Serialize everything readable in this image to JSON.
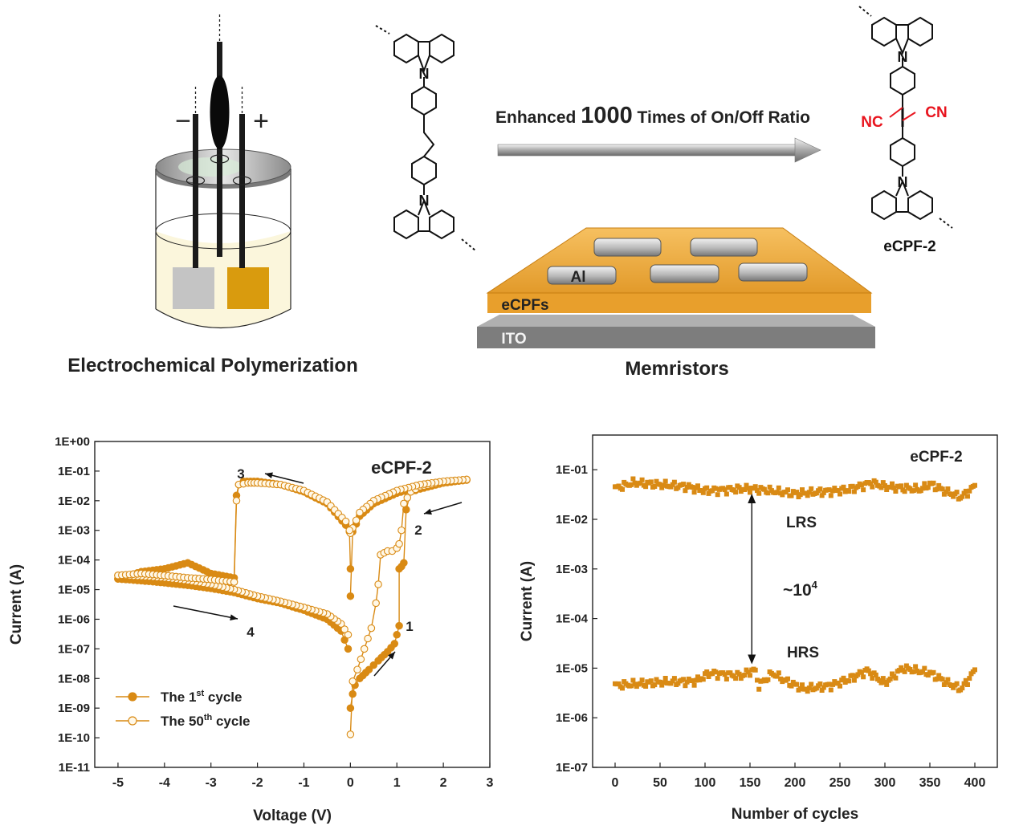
{
  "cell": {
    "sign_minus": "−",
    "sign_plus": "+",
    "caption": "Electrochemical Polymerization"
  },
  "reaction": {
    "arrow_text_a": "Enhanced ",
    "arrow_text_b": "1000",
    "arrow_text_c": " Times of On/Off Ratio",
    "atom_n": "N",
    "nc_left": "NC",
    "cn_right": "CN",
    "product_name": "eCPF-2"
  },
  "device": {
    "electrode": "Al",
    "film": "eCPFs",
    "substrate": "ITO",
    "caption": "Memristors"
  },
  "colors": {
    "orange": "#d98a14",
    "red": "#e8141e",
    "ito": "#808080"
  },
  "chart_data": [
    {
      "type": "scatter",
      "title": "eCPF-2",
      "xlabel": "Voltage (V)",
      "ylabel": "Current (A)",
      "xlim": [
        -5.5,
        3
      ],
      "ylim_log": [
        1e-11,
        1
      ],
      "yscale": "log",
      "x_ticks": [
        "-5",
        "-4",
        "-3",
        "-2",
        "-1",
        "0",
        "1",
        "2",
        "3"
      ],
      "y_ticks": [
        "1E-11",
        "1E-10",
        "1E-09",
        "1E-08",
        "1E-07",
        "1E-06",
        "1E-05",
        "1E-04",
        "1E-03",
        "1E-02",
        "1E-01",
        "1E+00"
      ],
      "annotations": [
        "1",
        "2",
        "3",
        "4"
      ],
      "legend": {
        "position": "bottom-left",
        "entries": [
          {
            "prefix": "The 1",
            "sup": "st",
            "suffix": " cycle",
            "marker": "filled-circle"
          },
          {
            "prefix": "The 50",
            "sup": "th",
            "suffix": " cycle",
            "marker": "open-circle"
          }
        ]
      },
      "series": [
        {
          "name": "The 1st cycle",
          "marker": "filled",
          "segments": [
            [
              [
                0,
                1e-09
              ],
              [
                0.05,
                3e-09
              ],
              [
                0.1,
                6e-09
              ],
              [
                0.2,
                1e-08
              ],
              [
                0.4,
                2e-08
              ],
              [
                0.6,
                4e-08
              ],
              [
                0.8,
                8e-08
              ],
              [
                0.95,
                1.5e-07
              ],
              [
                1.0,
                3e-07
              ],
              [
                1.05,
                6e-07
              ],
              [
                1.05,
                5e-05
              ],
              [
                1.1,
                6e-05
              ],
              [
                1.15,
                8e-05
              ],
              [
                1.2,
                0.005
              ],
              [
                1.3,
                0.02
              ],
              [
                1.5,
                0.025
              ],
              [
                2.0,
                0.04
              ],
              [
                2.5,
                0.05
              ]
            ],
            [
              [
                2.5,
                0.05
              ],
              [
                2.0,
                0.04
              ],
              [
                1.5,
                0.03
              ],
              [
                1.0,
                0.018
              ],
              [
                0.5,
                0.008
              ],
              [
                0.2,
                0.003
              ],
              [
                0.05,
                0.0009
              ],
              [
                0,
                6e-06
              ]
            ],
            [
              [
                -0.05,
                1e-07
              ],
              [
                -0.2,
                4e-07
              ],
              [
                -0.5,
                1e-06
              ],
              [
                -1,
                2e-06
              ],
              [
                -1.5,
                3.5e-06
              ],
              [
                -2,
                5e-06
              ],
              [
                -2.5,
                8e-06
              ],
              [
                -3,
                1.1e-05
              ],
              [
                -3.5,
                1.4e-05
              ],
              [
                -4,
                1.7e-05
              ],
              [
                -4.5,
                2e-05
              ],
              [
                -5,
                2.3e-05
              ]
            ],
            [
              [
                -5,
                2.3e-05
              ],
              [
                -4.5,
                4e-05
              ],
              [
                -4,
                5e-05
              ],
              [
                -3.5,
                8e-05
              ],
              [
                -3,
                3.5e-05
              ],
              [
                -2.5,
                2.5e-05
              ],
              [
                -2.45,
                0.015
              ],
              [
                -2.4,
                0.035
              ],
              [
                -2.3,
                0.045
              ],
              [
                -2,
                0.045
              ],
              [
                -1.5,
                0.035
              ],
              [
                -1,
                0.02
              ],
              [
                -0.5,
                0.008
              ],
              [
                -0.1,
                0.0015
              ],
              [
                -0.02,
                0.0009
              ],
              [
                0,
                5e-05
              ]
            ]
          ]
        },
        {
          "name": "The 50th cycle",
          "marker": "open",
          "segments": [
            [
              [
                0,
                1.3e-10
              ],
              [
                0.05,
                8e-09
              ],
              [
                0.15,
                2e-08
              ],
              [
                0.3,
                1e-07
              ],
              [
                0.45,
                5e-07
              ],
              [
                0.55,
                3.5e-06
              ],
              [
                0.6,
                1.5e-05
              ],
              [
                0.65,
                0.00015
              ],
              [
                0.8,
                0.0002
              ],
              [
                0.9,
                0.0002
              ],
              [
                1.0,
                0.00025
              ],
              [
                1.05,
                0.00035
              ],
              [
                1.1,
                0.001
              ],
              [
                1.15,
                0.008
              ],
              [
                1.3,
                0.02
              ],
              [
                1.5,
                0.03
              ],
              [
                2.0,
                0.042
              ],
              [
                2.5,
                0.052
              ]
            ],
            [
              [
                2.5,
                0.052
              ],
              [
                2.0,
                0.045
              ],
              [
                1.5,
                0.035
              ],
              [
                1.0,
                0.022
              ],
              [
                0.5,
                0.01
              ],
              [
                0.2,
                0.004
              ],
              [
                0.05,
                0.0012
              ],
              [
                0,
                0.0008
              ]
            ],
            [
              [
                -0.05,
                3e-07
              ],
              [
                -0.2,
                7e-07
              ],
              [
                -0.5,
                1.5e-06
              ],
              [
                -1,
                2.5e-06
              ],
              [
                -1.5,
                4e-06
              ],
              [
                -2,
                6e-06
              ],
              [
                -2.5,
                1e-05
              ],
              [
                -3,
                1.5e-05
              ],
              [
                -3.5,
                2e-05
              ],
              [
                -4,
                2.5e-05
              ],
              [
                -4.5,
                2.8e-05
              ],
              [
                -5,
                3e-05
              ]
            ],
            [
              [
                -5,
                3e-05
              ],
              [
                -4.5,
                3.5e-05
              ],
              [
                -4,
                3e-05
              ],
              [
                -3.5,
                2.5e-05
              ],
              [
                -3,
                2.2e-05
              ],
              [
                -2.5,
                1.8e-05
              ],
              [
                -2.45,
                0.01
              ],
              [
                -2.4,
                0.035
              ],
              [
                -2.2,
                0.04
              ],
              [
                -2,
                0.04
              ],
              [
                -1.5,
                0.035
              ],
              [
                -1,
                0.022
              ],
              [
                -0.5,
                0.009
              ],
              [
                -0.1,
                0.002
              ],
              [
                -0.02,
                0.001
              ]
            ]
          ]
        }
      ]
    },
    {
      "type": "scatter",
      "title": "eCPF-2",
      "xlabel": "Number of cycles",
      "ylabel": "Current (A)",
      "xlim": [
        -25,
        425
      ],
      "ylim_log": [
        1e-07,
        0.5
      ],
      "yscale": "log",
      "x_ticks": [
        "0",
        "50",
        "100",
        "150",
        "200",
        "250",
        "300",
        "350",
        "400"
      ],
      "y_ticks": [
        "1E-07",
        "1E-06",
        "1E-05",
        "1E-04",
        "1E-03",
        "1E-02",
        "1E-01"
      ],
      "labels": {
        "lrs": "LRS",
        "hrs": "HRS",
        "ratio_base": "~10",
        "ratio_exp": "4"
      },
      "series": [
        {
          "name": "LRS",
          "x_step": 2,
          "keypoints": [
            [
              0,
              0.042
            ],
            [
              20,
              0.055
            ],
            [
              50,
              0.05
            ],
            [
              80,
              0.046
            ],
            [
              100,
              0.038
            ],
            [
              150,
              0.042
            ],
            [
              200,
              0.033
            ],
            [
              230,
              0.036
            ],
            [
              260,
              0.04
            ],
            [
              285,
              0.055
            ],
            [
              300,
              0.046
            ],
            [
              340,
              0.04
            ],
            [
              350,
              0.052
            ],
            [
              370,
              0.035
            ],
            [
              385,
              0.028
            ],
            [
              400,
              0.047
            ]
          ]
        },
        {
          "name": "HRS",
          "x_step": 2,
          "keypoints": [
            [
              0,
              4.5e-06
            ],
            [
              50,
              5.2e-06
            ],
            [
              90,
              5.5e-06
            ],
            [
              105,
              8e-06
            ],
            [
              140,
              7e-06
            ],
            [
              155,
              9.5e-06
            ],
            [
              160,
              4.5e-06
            ],
            [
              175,
              8e-06
            ],
            [
              190,
              5.5e-06
            ],
            [
              210,
              3.8e-06
            ],
            [
              240,
              4.5e-06
            ],
            [
              260,
              6e-06
            ],
            [
              280,
              9e-06
            ],
            [
              300,
              5e-06
            ],
            [
              320,
              1e-05
            ],
            [
              350,
              8e-06
            ],
            [
              370,
              5e-06
            ],
            [
              385,
              3.8e-06
            ],
            [
              400,
              9e-06
            ]
          ]
        }
      ]
    }
  ]
}
